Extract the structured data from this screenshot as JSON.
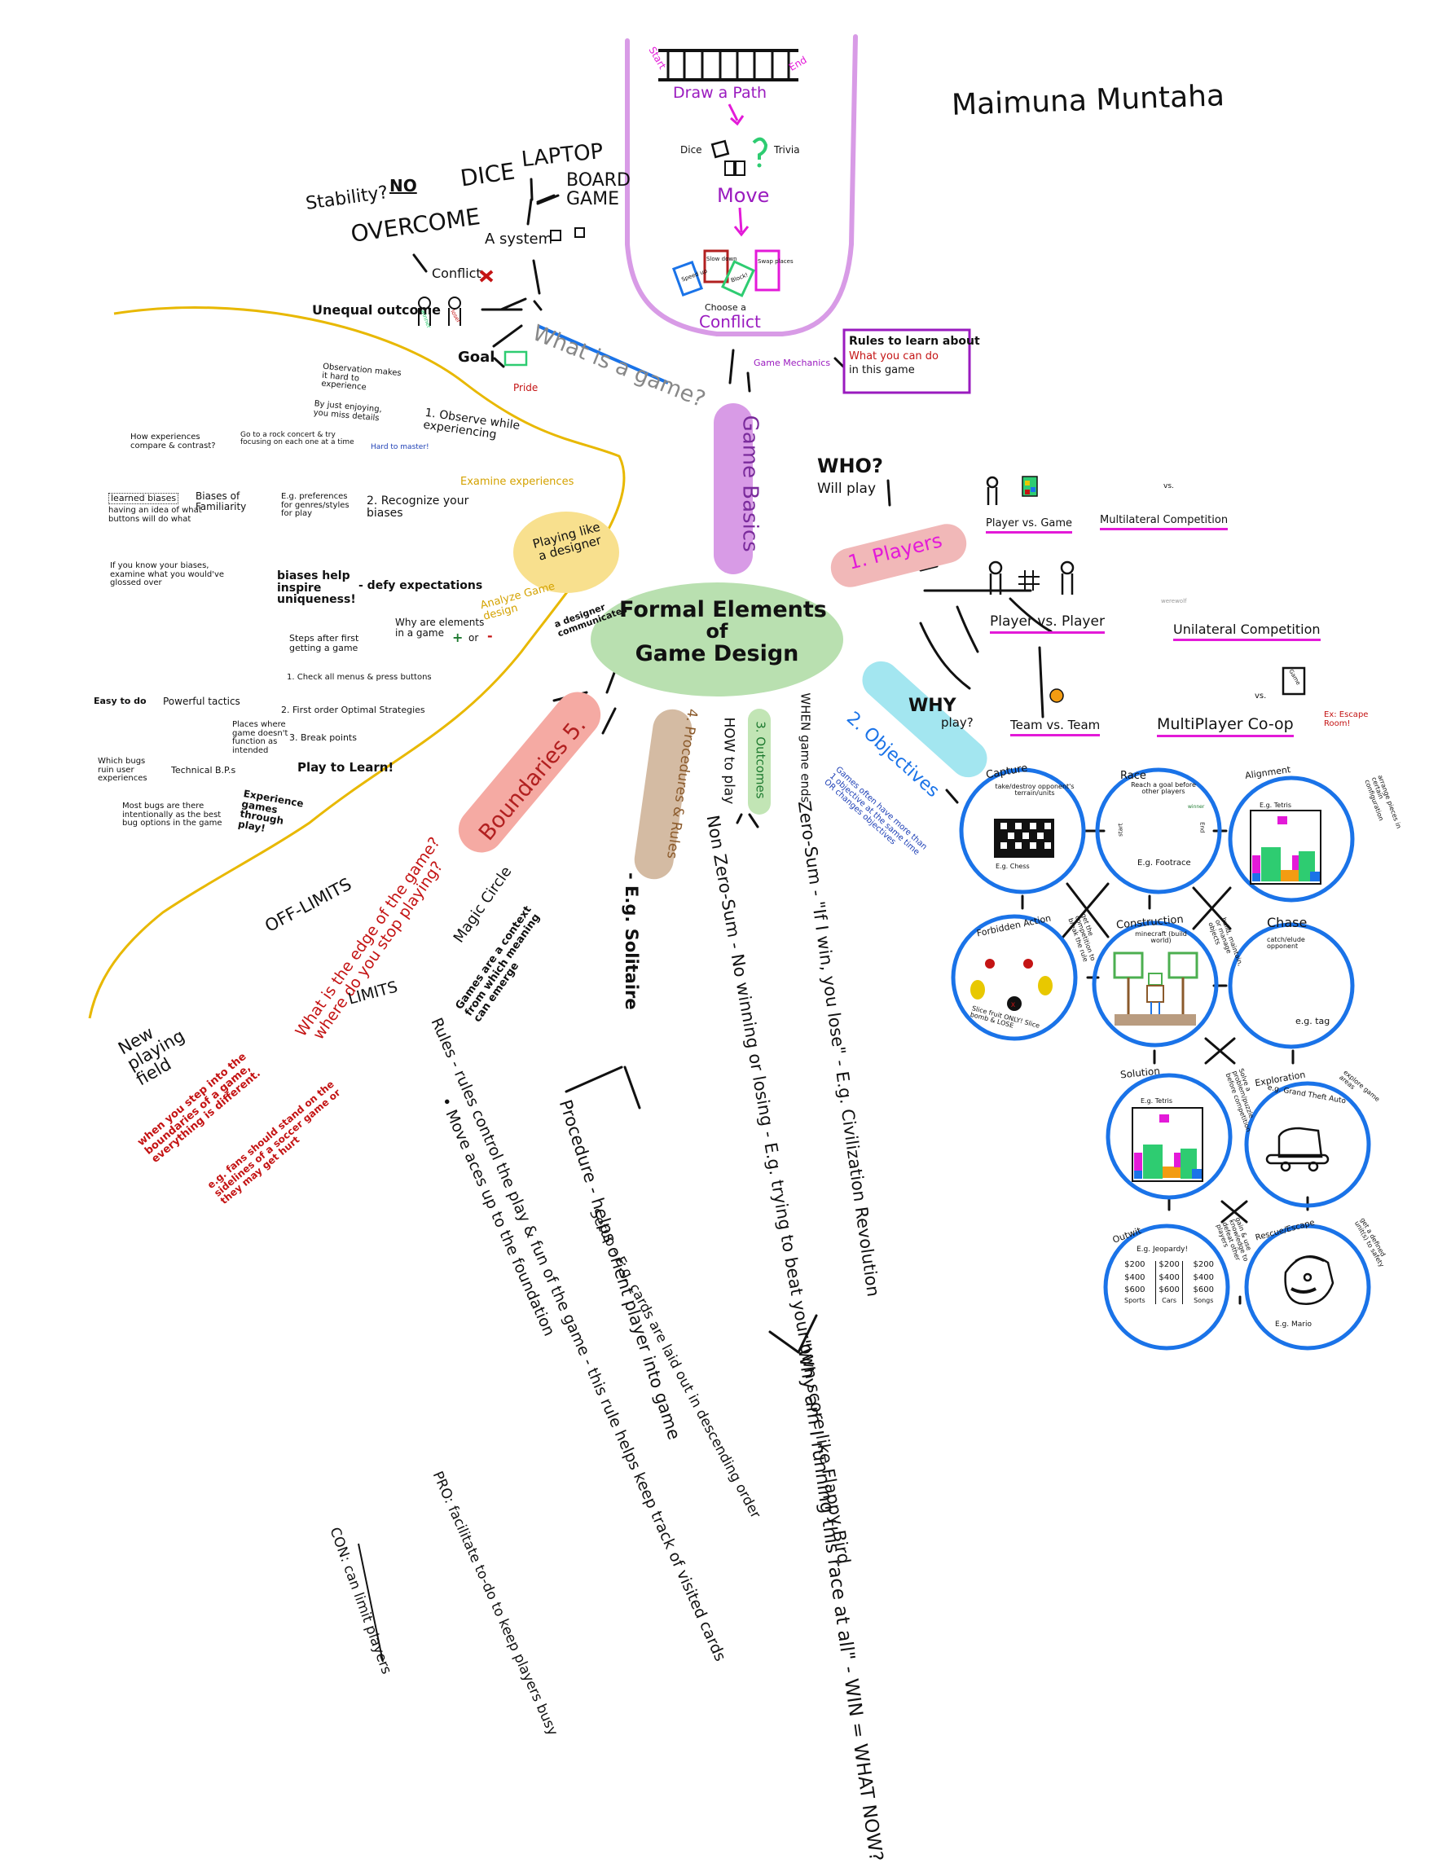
{
  "author": "Maimuna Muntaha",
  "center": {
    "title_line1": "Formal Elements",
    "title_line2": "of",
    "title_line3": "Game Design"
  },
  "colors": {
    "center_fill": "#b9e0b0",
    "game_basics_fill": "#d89be6",
    "players_fill": "#f1b8b8",
    "objectives_fill": "#a3e6f0",
    "outcomes_fill": "#c2e5b5",
    "procedures_fill": "#d4bba3",
    "boundaries_fill": "#f5aaa3",
    "playing_designer_fill": "#f8e08e",
    "yellow_border": "#e8b800",
    "circle_blue": "#1a73e8",
    "magenta": "#e31ad8",
    "purple": "#9a1bbf",
    "red": "#c41414",
    "blue_text": "#1d3fb5",
    "green_text": "#1e7a30",
    "brown_text": "#8b5a2b"
  },
  "game_basics": {
    "label": "Game Basics",
    "question": "What is a game?",
    "system": {
      "label": "A system",
      "examples": [
        "DICE",
        "LAPTOP",
        "BOARD GAME"
      ]
    },
    "conflict": {
      "label": "Conflict",
      "overcome": "OVERCOME",
      "stability": "Stability?",
      "stability_answer": "NO"
    },
    "unequal_outcome": {
      "label": "Unequal outcome",
      "winner": "winner",
      "loser": "loser"
    },
    "goal": {
      "label": "Goal",
      "pride": "Pride"
    },
    "mechanics": {
      "label": "Game Mechanics",
      "box_line1": "Rules to learn about",
      "box_line2": "What you can do",
      "box_line3": "in this game"
    },
    "path": {
      "start": "Start",
      "end": "End",
      "draw_path": "Draw a Path",
      "dice": "Dice",
      "trivia": "Trivia",
      "move": "Move",
      "choose": "Choose a",
      "conflict": "Conflict",
      "cards": [
        "Speed up",
        "Slow down",
        "Block!",
        "Swap places"
      ]
    }
  },
  "playing_like_designer": {
    "label": "Playing like a designer",
    "communicates": "a designer communicates",
    "examine": "Examine experiences",
    "observe": {
      "label": "1. Observe while experiencing",
      "note1": "Observation makes it hard to experience",
      "note2": "By just enjoying, you miss details",
      "hard": "Hard to master!",
      "concert": "Go to a rock concert & try focusing on each one at a time",
      "compare": "How experiences compare & contrast?"
    },
    "recognize": {
      "label": "2. Recognize your biases",
      "prefs": "E.g. preferences for genres/styles for play",
      "familiarity": "Biases of Familiarity",
      "learned": "learned biases",
      "learned_note": "having an idea of what buttons will do what",
      "know": "If you know your biases, examine what you would've glossed over",
      "help": "biases help inspire uniqueness!",
      "defy": "- defy expectations"
    },
    "analyze": {
      "label": "Analyze Game design",
      "why": "Why are elements in a game",
      "plus": "+",
      "or": "or",
      "minus": "-",
      "steps": "Steps after first getting a game",
      "step1": "1. Check all menus & press buttons",
      "step2": "2. First order Optimal Strategies",
      "tactics": "Powerful tactics",
      "easy": "Easy to do",
      "step3": "3. Break points",
      "break_note": "Places where game doesn't function as intended",
      "technical": "Technical B.P.s",
      "bugs_ruin": "Which bugs ruin user experiences",
      "bugs_intent": "Most bugs are there intentionally as the best bug options in the game",
      "play_learn": "Play to Learn!",
      "experience": "Experience games through play!"
    }
  },
  "players": {
    "label": "1. Players",
    "who": "WHO?",
    "will_play": "Will play",
    "types": [
      "Player vs. Game",
      "Multilateral Competition",
      "Player vs. Player",
      "Unilateral Competition",
      "Team vs. Team",
      "MultiPlayer Co-op"
    ],
    "werewolf": "werewolf",
    "vs": "vs.",
    "game_card": "Game",
    "escape": "Ex: Escape Room!"
  },
  "objectives": {
    "label": "2. Objectives",
    "why": "WHY",
    "play": "play?",
    "note": "Games often have more than 1 objective at the same time OR changes objectives",
    "types": [
      {
        "name": "Capture",
        "desc": "take/destroy opponent's terrain/units",
        "example": "E.g. Chess"
      },
      {
        "name": "Race",
        "desc": "Reach a goal before other players",
        "example": "E.g. Footrace",
        "start": "start",
        "end": "End",
        "winner": "winner"
      },
      {
        "name": "Alignment",
        "desc": "arrange pieces in certain configuration",
        "example": "E.g. Tetris"
      },
      {
        "name": "Forbidden Action",
        "desc": "get the competition to break the rule",
        "example": "Slice fruit ONLY! Slice bomb & LOSE"
      },
      {
        "name": "Construction",
        "desc": "build, maintain, or manage objects",
        "example": "minecraft (build world)"
      },
      {
        "name": "Chase",
        "desc": "catch/elude opponent",
        "example": "e.g. tag"
      },
      {
        "name": "Solution",
        "desc": "Solve a problem/puzzle before competition",
        "example": "E.g. Tetris"
      },
      {
        "name": "Exploration",
        "desc": "explore game areas",
        "example": "e.g. Grand Theft Auto"
      },
      {
        "name": "Outwit",
        "desc": "gain & use knowledge to defeat other players",
        "example": "E.g. Jeopardy!"
      },
      {
        "name": "Rescue/Escape",
        "desc": "get a defined unit(s) to safety",
        "example": "E.g. Mario"
      }
    ],
    "jeopardy": {
      "values": [
        "$200",
        "$400",
        "$600"
      ],
      "categories": [
        "Sports",
        "Cars",
        "Songs"
      ]
    }
  },
  "outcomes": {
    "label": "3. Outcomes",
    "when": "WHEN game ends",
    "zero_sum": "Zero-Sum - \"If I win, you lose\" - E.g. Civilization Revolution",
    "non_zero_sum": "Non Zero-Sum - No winning or losing - E.g. trying to beat your own score like Flappy Bird",
    "why_running": "\"Why am I running this race at all\" - WIN = WHAT NOW?"
  },
  "procedures": {
    "label": "4. Procedures & Rules",
    "how": "HOW to play",
    "example": "- E.g. Solitaire",
    "rules": "Rules - rules control the play & fun of the game - this rule helps keep track of visited cards",
    "rules_bullet": "• Move aces up to the foundation",
    "pro": "PRO: facilitate to-do to keep players busy",
    "con": "CON: can limit players",
    "procedure": "Procedure - helps orient player into game",
    "setup": "Setup - E.g. cards are laid out in descending order"
  },
  "boundaries": {
    "label": "Boundaries 5.",
    "question1": "What is the edge of the game?",
    "question2": "where do you stop playing?",
    "off_limits": "OFF-LIMITS",
    "limits": "LIMITS",
    "magic_circle": "Magic Circle",
    "magic_note": "Games are a context from which meaning can emerge",
    "new_field": "New playing field",
    "field_note": "when you step into the boundaries of a game, everything is different.",
    "fans_note": "e.g. fans should stand on the sidelines of a soccer game or they may get hurt"
  }
}
